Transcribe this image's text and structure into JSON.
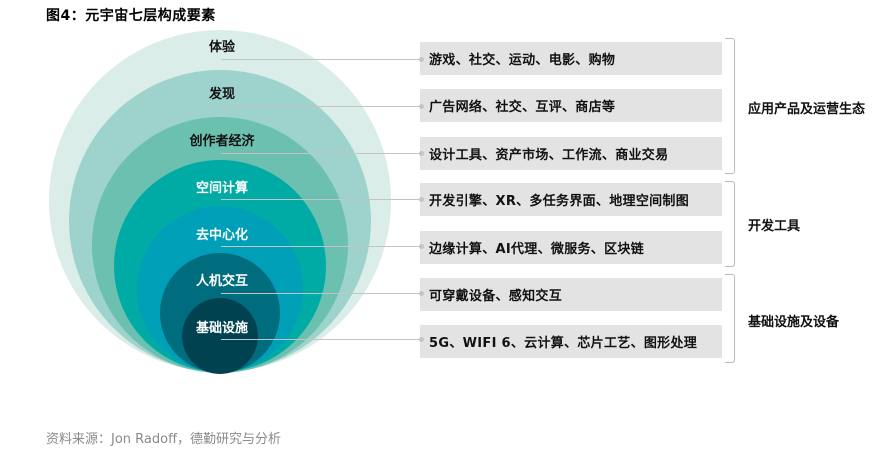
{
  "title": "图4：元宇宙七层构成要素",
  "source": "资料来源：Jon Radoff，德勤研究与分析",
  "colors": {
    "layer1": "#dbede8",
    "layer2": "#9dd3cc",
    "layer3": "#6cc0b0",
    "layer4": "#00aaa5",
    "layer5": "#009fb8",
    "layer6": "#006d7f",
    "layer7": "#00424f",
    "box": "#e3e3e3",
    "connector": "#c4c4c4"
  },
  "layers": [
    {
      "name": "体验",
      "detail": "游戏、社交、运动、电影、购物"
    },
    {
      "name": "发现",
      "detail": "广告网络、社交、互评、商店等"
    },
    {
      "name": "创作者经济",
      "detail": "设计工具、资产市场、工作流、商业交易"
    },
    {
      "name": "空间计算",
      "detail": "开发引擎、XR、多任务界面、地理空间制图"
    },
    {
      "name": "去中心化",
      "detail": "边缘计算、AI代理、微服务、区块链"
    },
    {
      "name": "人机交互",
      "detail": "可穿戴设备、感知交互"
    },
    {
      "name": "基础设施",
      "detail": "5G、WIFI 6、云计算、芯片工艺、图形处理"
    }
  ],
  "groups": [
    {
      "label": "应用产品及运营生态",
      "layers": [
        "体验",
        "发现",
        "创作者经济"
      ]
    },
    {
      "label": "开发工具",
      "layers": [
        "空间计算",
        "去中心化"
      ]
    },
    {
      "label": "基础设施及设备",
      "layers": [
        "人机交互",
        "基础设施"
      ]
    }
  ]
}
